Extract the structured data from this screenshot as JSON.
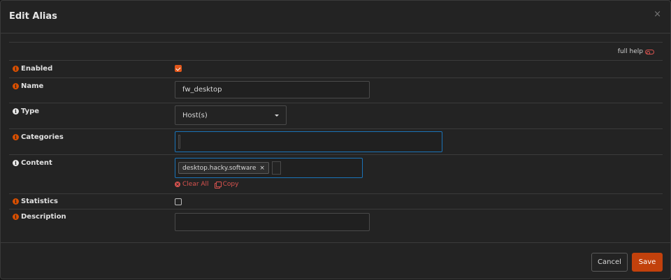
{
  "modal": {
    "title": "Edit Alias",
    "close_label": "×",
    "full_help_label": "full help"
  },
  "fields": {
    "enabled": {
      "label": "Enabled",
      "checked": true
    },
    "name": {
      "label": "Name",
      "value": "fw_desktop"
    },
    "type": {
      "label": "Type",
      "selected": "Host(s)"
    },
    "categories": {
      "label": "Categories",
      "value": ""
    },
    "content": {
      "label": "Content",
      "tags": [
        "desktop.hacky.software"
      ],
      "clear_all_label": "Clear All",
      "copy_label": "Copy"
    },
    "statistics": {
      "label": "Statistics",
      "checked": false
    },
    "description": {
      "label": "Description",
      "value": ""
    }
  },
  "footer": {
    "cancel_label": "Cancel",
    "save_label": "Save"
  },
  "colors": {
    "accent": "#e2571b",
    "save_button": "#c2410c",
    "focus_border": "#1a73b8",
    "danger_link": "#d9534f"
  }
}
